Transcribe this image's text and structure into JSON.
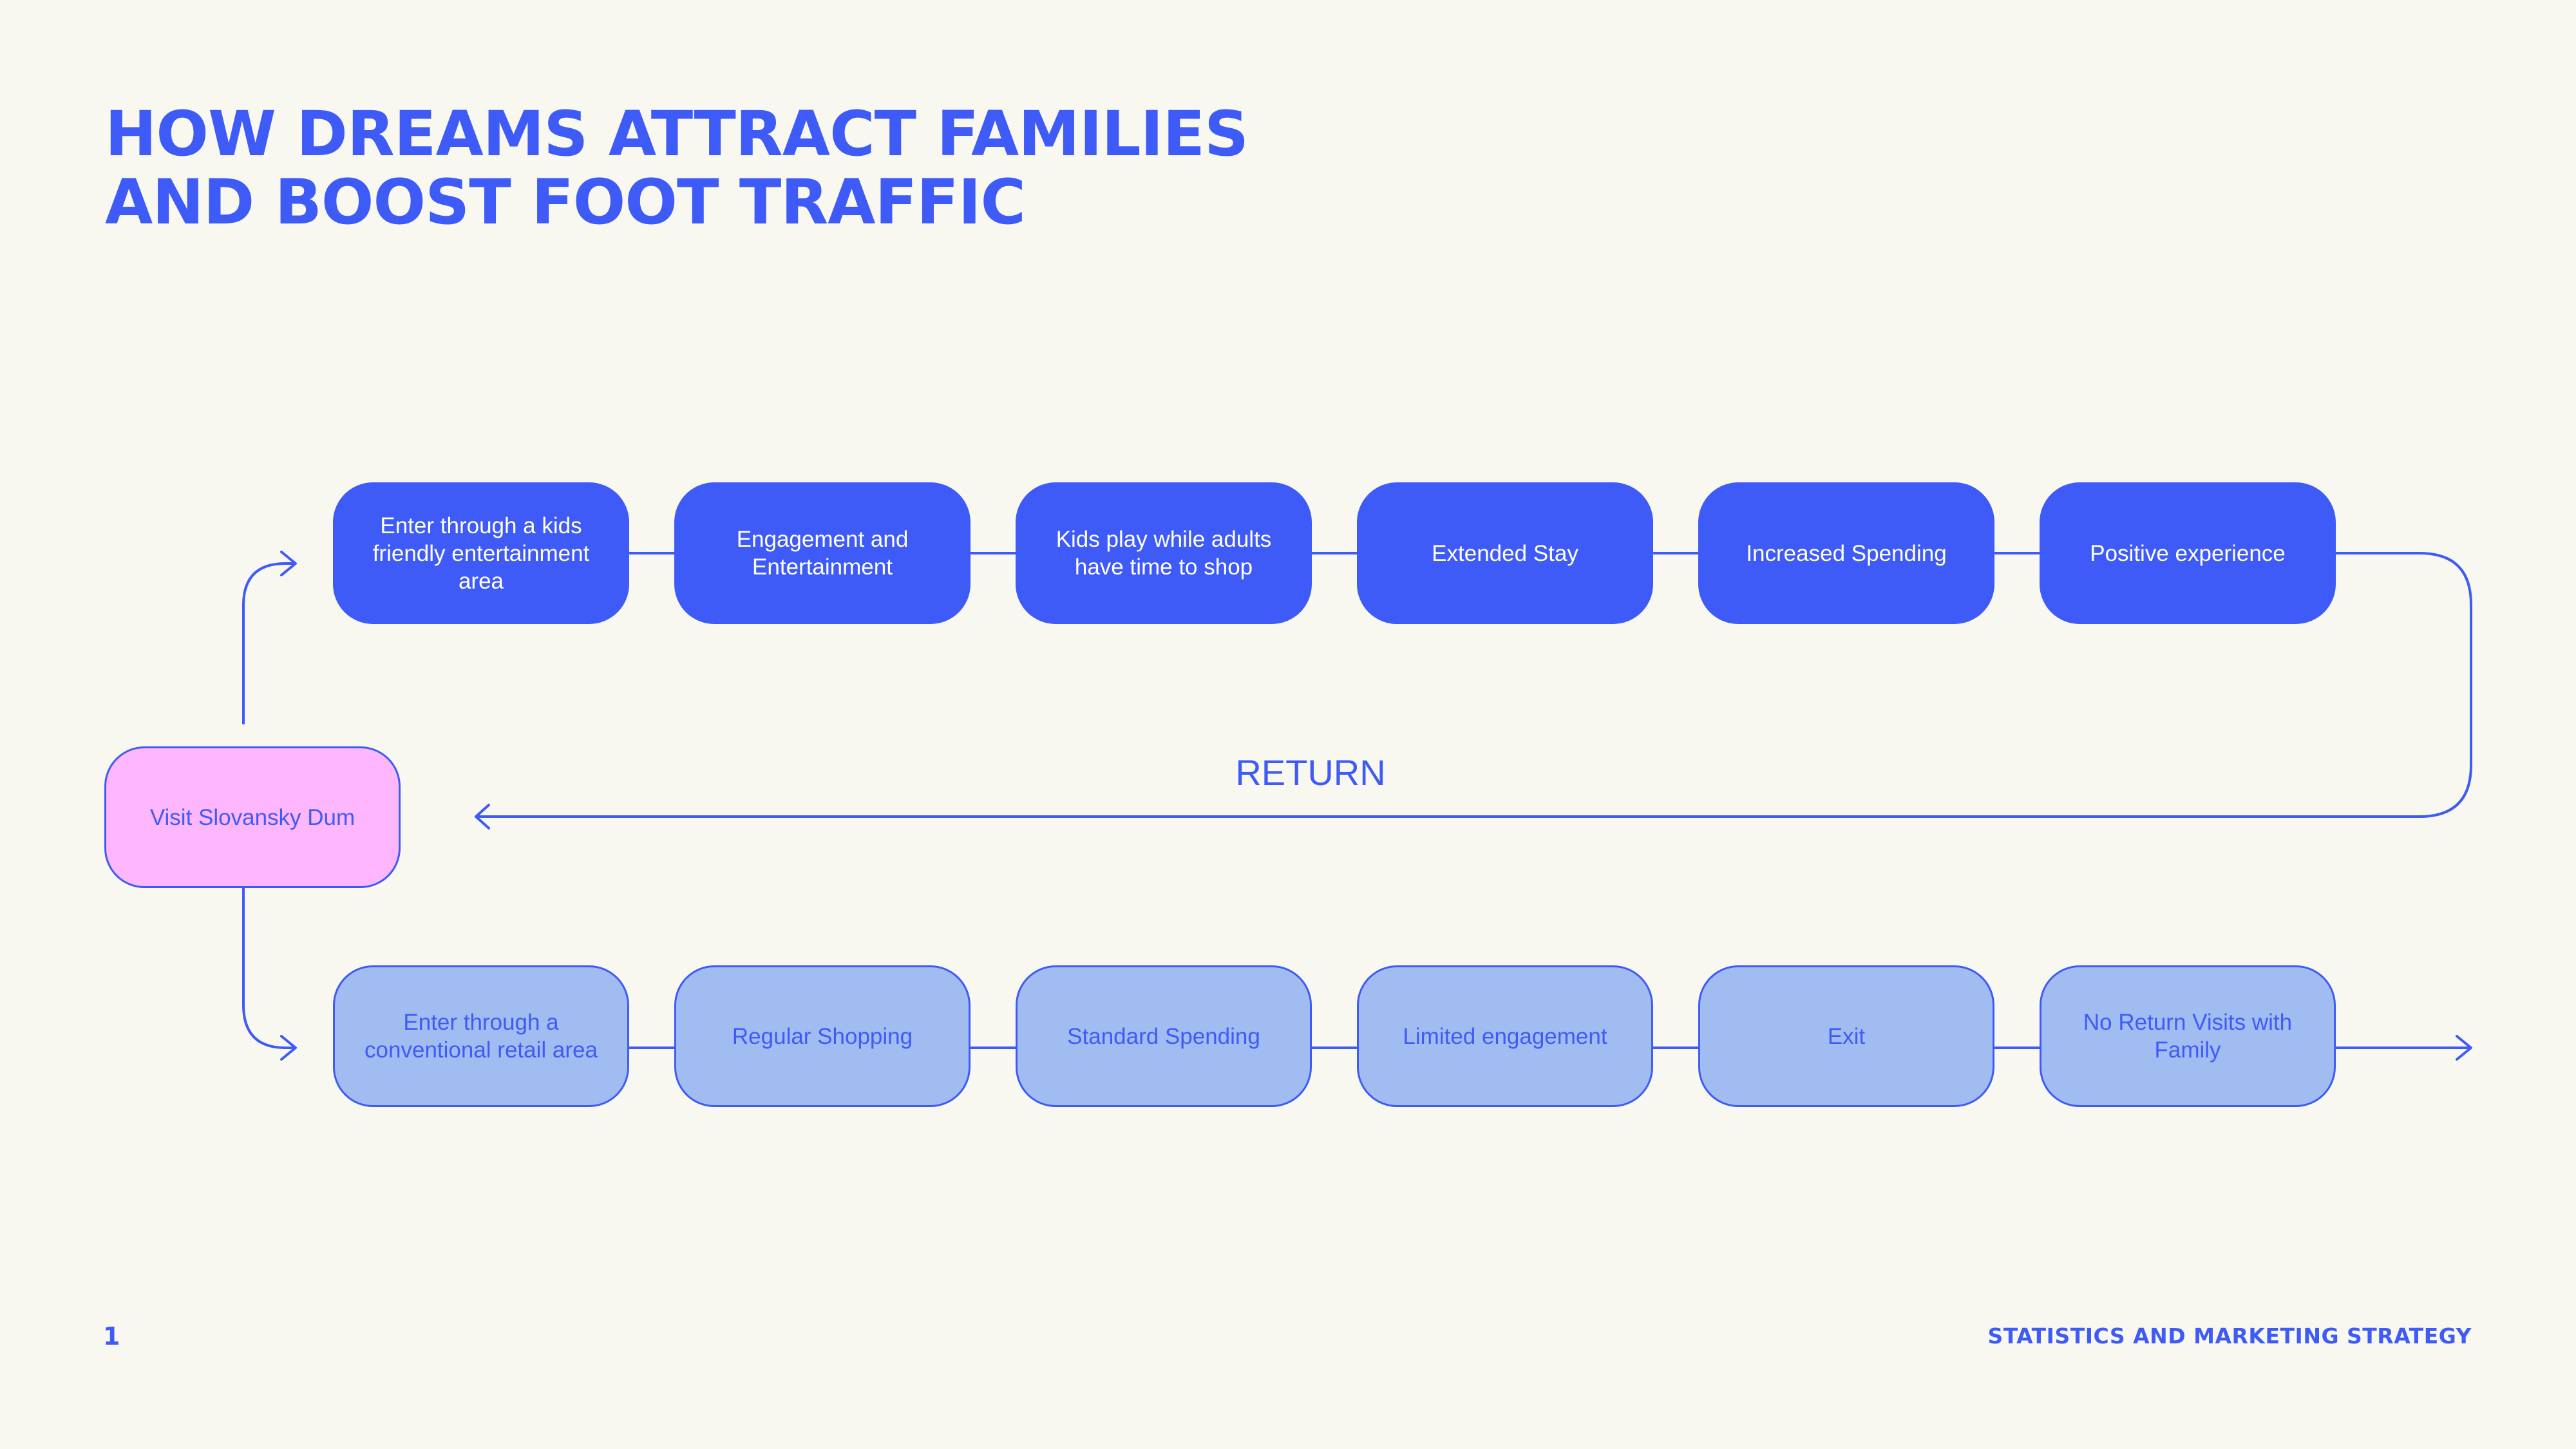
{
  "title": {
    "line1": "HOW DREAMS ATTRACT FAMILIES",
    "line2": "AND BOOST FOOT TRAFFIC"
  },
  "start_node": "Visit Slovansky Dum",
  "top_path": [
    "Enter through a kids friendly entertainment area",
    "Engagement and Entertainment",
    "Kids play while adults have time to shop",
    "Extended Stay",
    "Increased Spending",
    "Positive experience"
  ],
  "bottom_path": [
    "Enter through a conventional retail area",
    "Regular Shopping",
    "Standard Spending",
    "Limited engagement",
    "Exit",
    "No Return Visits with Family"
  ],
  "return_label": "RETURN",
  "footer": {
    "page_number": "1",
    "section": "STATISTICS AND MARKETING STRATEGY"
  },
  "colors": {
    "background": "#F8F8F1",
    "primary_blue": "#3F5BF7",
    "light_blue": "#A1BCF1",
    "pink": "#FEB7FE"
  }
}
